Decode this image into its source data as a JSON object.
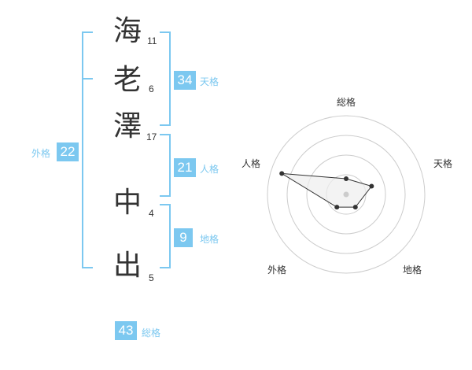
{
  "name": {
    "characters": [
      {
        "char": "海",
        "strokes": "11"
      },
      {
        "char": "老",
        "strokes": "6"
      },
      {
        "char": "澤",
        "strokes": "17"
      },
      {
        "char": "中",
        "strokes": "4"
      },
      {
        "char": "出",
        "strokes": "5"
      }
    ]
  },
  "fortunes": {
    "tenkaku": {
      "label": "天格",
      "value": "34"
    },
    "jinkaku": {
      "label": "人格",
      "value": "21"
    },
    "chikaku": {
      "label": "地格",
      "value": "9"
    },
    "gaikaku": {
      "label": "外格",
      "value": "22"
    },
    "soukaku": {
      "label": "総格",
      "value": "43"
    }
  },
  "colors": {
    "accent": "#7cc8f0",
    "text": "#333333",
    "grid": "#cccccc",
    "fill": "#eeeeee"
  },
  "chart_data": {
    "type": "radar",
    "axes": [
      "総格",
      "天格",
      "地格",
      "外格",
      "人格"
    ],
    "values": [
      0.2,
      0.34,
      0.2,
      0.2,
      0.86
    ],
    "rings": 4
  }
}
